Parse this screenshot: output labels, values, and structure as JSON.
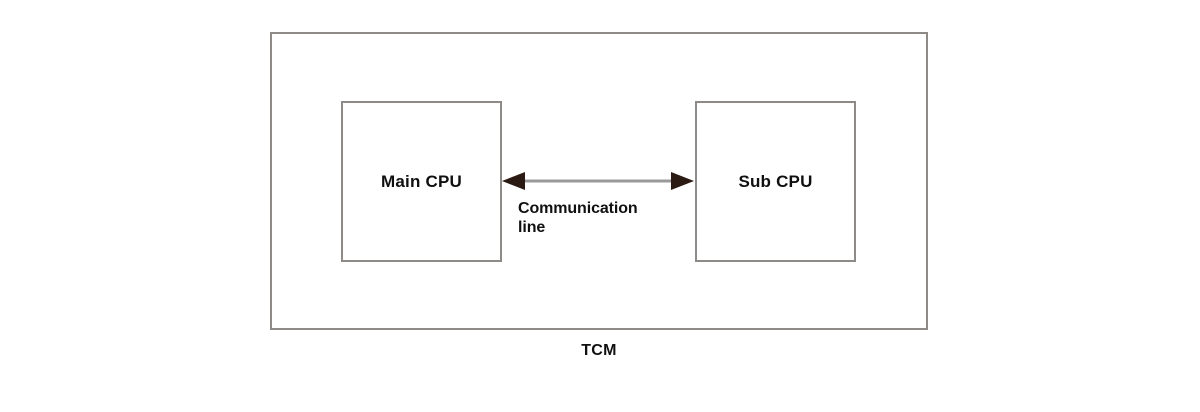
{
  "diagram": {
    "title": "TCM",
    "background_color": "#ffffff",
    "container": {
      "label": "TCM",
      "border_color": "#8d8a88"
    },
    "blocks": [
      {
        "id": "main-cpu",
        "label": "Main CPU",
        "border_color": "#8d8a88"
      },
      {
        "id": "sub-cpu",
        "label": "Sub CPU",
        "border_color": "#8d8a88"
      }
    ],
    "connector": {
      "label_line_1": "Communication",
      "label_line_2": "line",
      "direction": "bidirectional",
      "line_color": "#9a9a9a",
      "arrowhead_color": "#2b1a14"
    }
  }
}
